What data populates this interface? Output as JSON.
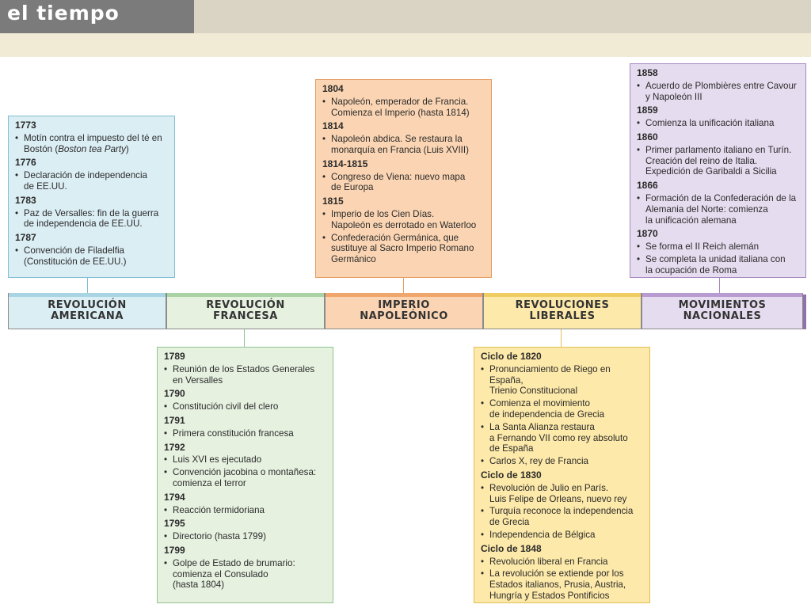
{
  "header": {
    "title": "el tiempo"
  },
  "colors": {
    "blue": "#dbeef4",
    "green": "#e6f1e0",
    "orange": "#fbd5b3",
    "yellow": "#fde9a9",
    "purple": "#e6dcef"
  },
  "periods": [
    {
      "label": "REVOLUCIÓN\nAMERICANA"
    },
    {
      "label": "REVOLUCIÓN\nFRANCESA"
    },
    {
      "label": "IMPERIO\nNAPOLEÓNICO"
    },
    {
      "label": "REVOLUCIONES\nLIBERALES"
    },
    {
      "label": "MOVIMIENTOS\nNACIONALES"
    }
  ],
  "boxes": {
    "americana": [
      {
        "year": "1773",
        "events": [
          "Motín contra el impuesto del té en\nBostón (Boston tea Party)"
        ]
      },
      {
        "year": "1776",
        "events": [
          "Declaración de independencia\nde EE.UU."
        ]
      },
      {
        "year": "1783",
        "events": [
          "Paz de Versalles: fin de la guerra\nde independencia de EE.UU."
        ]
      },
      {
        "year": "1787",
        "events": [
          "Convención de Filadelfia\n(Constitución de EE.UU.)"
        ]
      }
    ],
    "francesa": [
      {
        "year": "1789",
        "events": [
          "Reunión de los Estados Generales\nen Versalles"
        ]
      },
      {
        "year": "1790",
        "events": [
          "Constitución civil del clero"
        ]
      },
      {
        "year": "1791",
        "events": [
          "Primera constitución francesa"
        ]
      },
      {
        "year": "1792",
        "events": [
          "Luis XVI es ejecutado",
          "Convención jacobina o montañesa:\ncomienza el terror"
        ]
      },
      {
        "year": "1794",
        "events": [
          "Reacción termidoriana"
        ]
      },
      {
        "year": "1795",
        "events": [
          "Directorio (hasta 1799)"
        ]
      },
      {
        "year": "1799",
        "events": [
          "Golpe de Estado de brumario:\ncomienza el Consulado\n(hasta 1804)"
        ]
      }
    ],
    "napoleonico": [
      {
        "year": "1804",
        "events": [
          "Napoleón, emperador de Francia.\nComienza el Imperio (hasta 1814)"
        ]
      },
      {
        "year": "1814",
        "events": [
          "Napoleón abdica. Se restaura la\nmonarquía en Francia (Luis XVIII)"
        ]
      },
      {
        "year": "1814-1815",
        "events": [
          "Congreso de Viena: nuevo mapa\nde Europa"
        ]
      },
      {
        "year": "1815",
        "events": [
          "Imperio de los Cien Días.\nNapoleón es derrotado en Waterloo",
          "Confederación Germánica, que\nsustituye al Sacro Imperio Romano\nGermánico"
        ]
      }
    ],
    "liberales": [
      {
        "year": "Ciclo de 1820",
        "events": [
          "Pronunciamiento de Riego en España,\nTrienio Constitucional",
          "Comienza el movimiento\nde independencia de Grecia",
          "La Santa Alianza restaura\na Fernando VII como rey absoluto\nde España",
          "Carlos X, rey de Francia"
        ]
      },
      {
        "year": "Ciclo de 1830",
        "events": [
          "Revolución de Julio en París.\nLuis Felipe de Orleans, nuevo rey",
          "Turquía reconoce la independencia\nde Grecia",
          "Independencia de Bélgica"
        ]
      },
      {
        "year": "Ciclo de 1848",
        "events": [
          "Revolución liberal en Francia",
          "La revolución se extiende por los\nEstados italianos, Prusia, Austria,\nHungría y Estados Pontificios"
        ]
      }
    ],
    "nacionales": [
      {
        "year": "1858",
        "events": [
          "Acuerdo de Plombières entre Cavour\ny Napoleón III"
        ]
      },
      {
        "year": "1859",
        "events": [
          "Comienza la unificación italiana"
        ]
      },
      {
        "year": "1860",
        "events": [
          "Primer parlamento italiano en Turín.\nCreación del reino de Italia.\nExpedición de Garibaldi a Sicilia"
        ]
      },
      {
        "year": "1866",
        "events": [
          "Formación de la Confederación de la\nAlemania del Norte: comienza\nla unificación alemana"
        ]
      },
      {
        "year": "1870",
        "events": [
          "Se forma el II Reich alemán",
          "Se completa la unidad italiana con\nla ocupación de Roma"
        ]
      }
    ]
  }
}
